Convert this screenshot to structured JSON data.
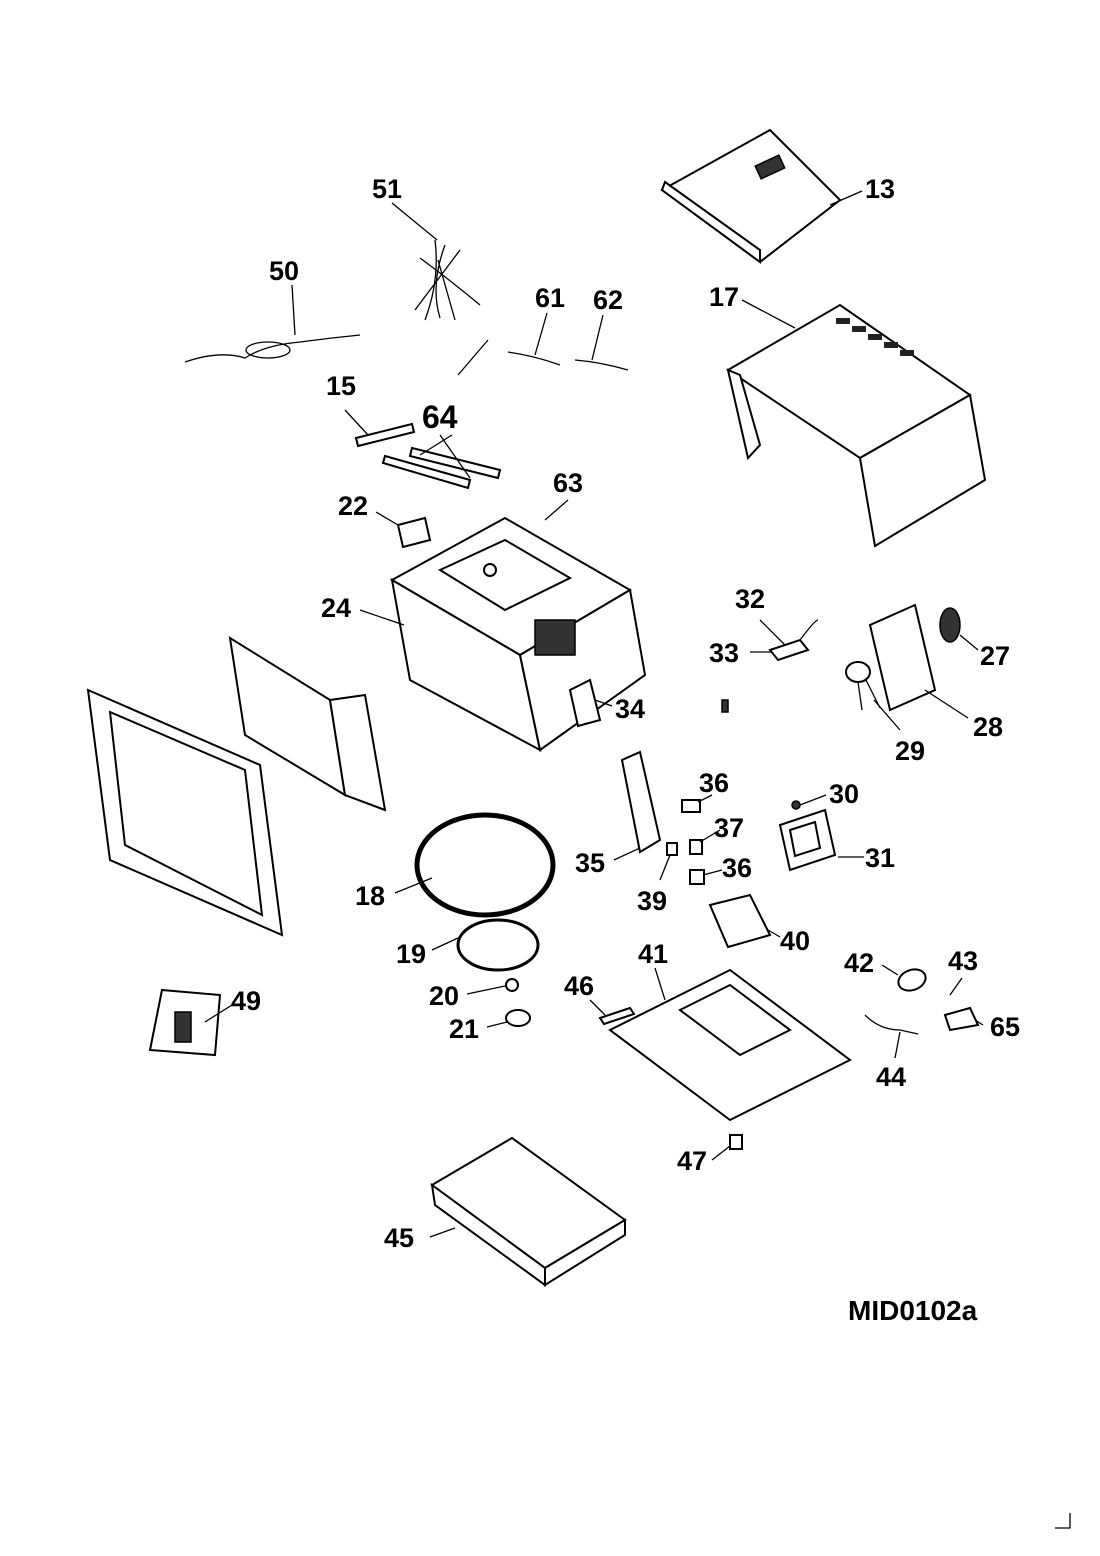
{
  "diagram": {
    "drawing_code": "MID0102a",
    "part_labels": [
      "51",
      "13",
      "50",
      "61",
      "62",
      "17",
      "15",
      "64",
      "63",
      "22",
      "24",
      "32",
      "33",
      "27",
      "34",
      "28",
      "29",
      "36",
      "30",
      "37",
      "35",
      "31",
      "36",
      "18",
      "39",
      "40",
      "19",
      "41",
      "42",
      "43",
      "49",
      "20",
      "46",
      "21",
      "65",
      "44",
      "47",
      "45"
    ]
  }
}
